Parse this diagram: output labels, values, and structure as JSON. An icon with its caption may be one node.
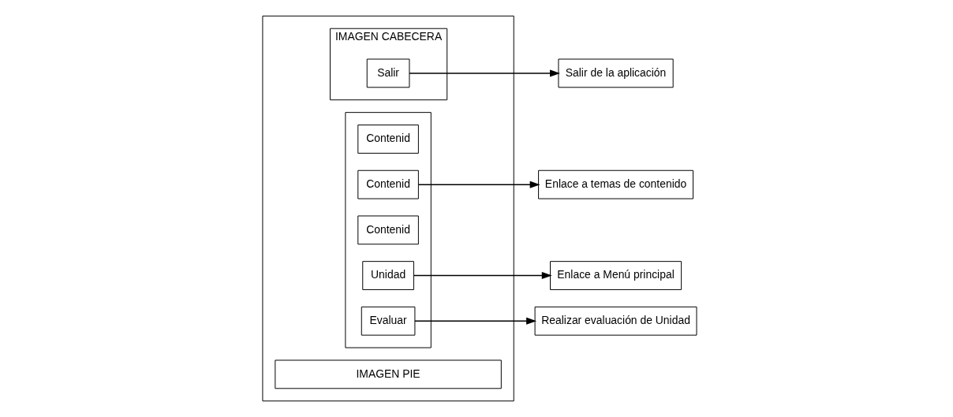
{
  "diagram": {
    "nodes": [
      {
        "text": [],
        "shape": "box"
      },
      {
        "text": [
          "IMAGEN CABECERA"
        ],
        "in": 0
      },
      {
        "text": [
          "Salir"
        ],
        "in": 1
      },
      {
        "text": [],
        "shape": "box",
        "in": 0
      },
      {
        "text": [
          "Contenid"
        ],
        "in": 3
      },
      {
        "text": [
          "Contenid"
        ],
        "in": 3
      },
      {
        "text": [
          "Contenid"
        ],
        "in": 3
      },
      {
        "text": [
          "Unidad"
        ],
        "in": 3
      },
      {
        "text": [
          "Evaluar"
        ],
        "in": 3
      },
      {
        "text": [
          "IMAGEN PIE"
        ],
        "in": 0
      },
      {
        "text": [
          "Enlace a Menú principal"
        ]
      },
      {
        "text": [
          "Salir de la aplicación"
        ]
      },
      {
        "text": [
          "Enlace a temas de contenido"
        ]
      },
      {
        "text": [
          "Realizar evaluación de Unidad"
        ]
      }
    ],
    "edges": [
      {
        "from": 2,
        "to": 11,
        "arrow": "to"
      },
      {
        "from": 7,
        "to": 10,
        "arrow": "to"
      },
      {
        "from": 5,
        "to": 12,
        "arrow": "to"
      },
      {
        "from": 8,
        "to": 13,
        "arrow": "to"
      }
    ]
  }
}
